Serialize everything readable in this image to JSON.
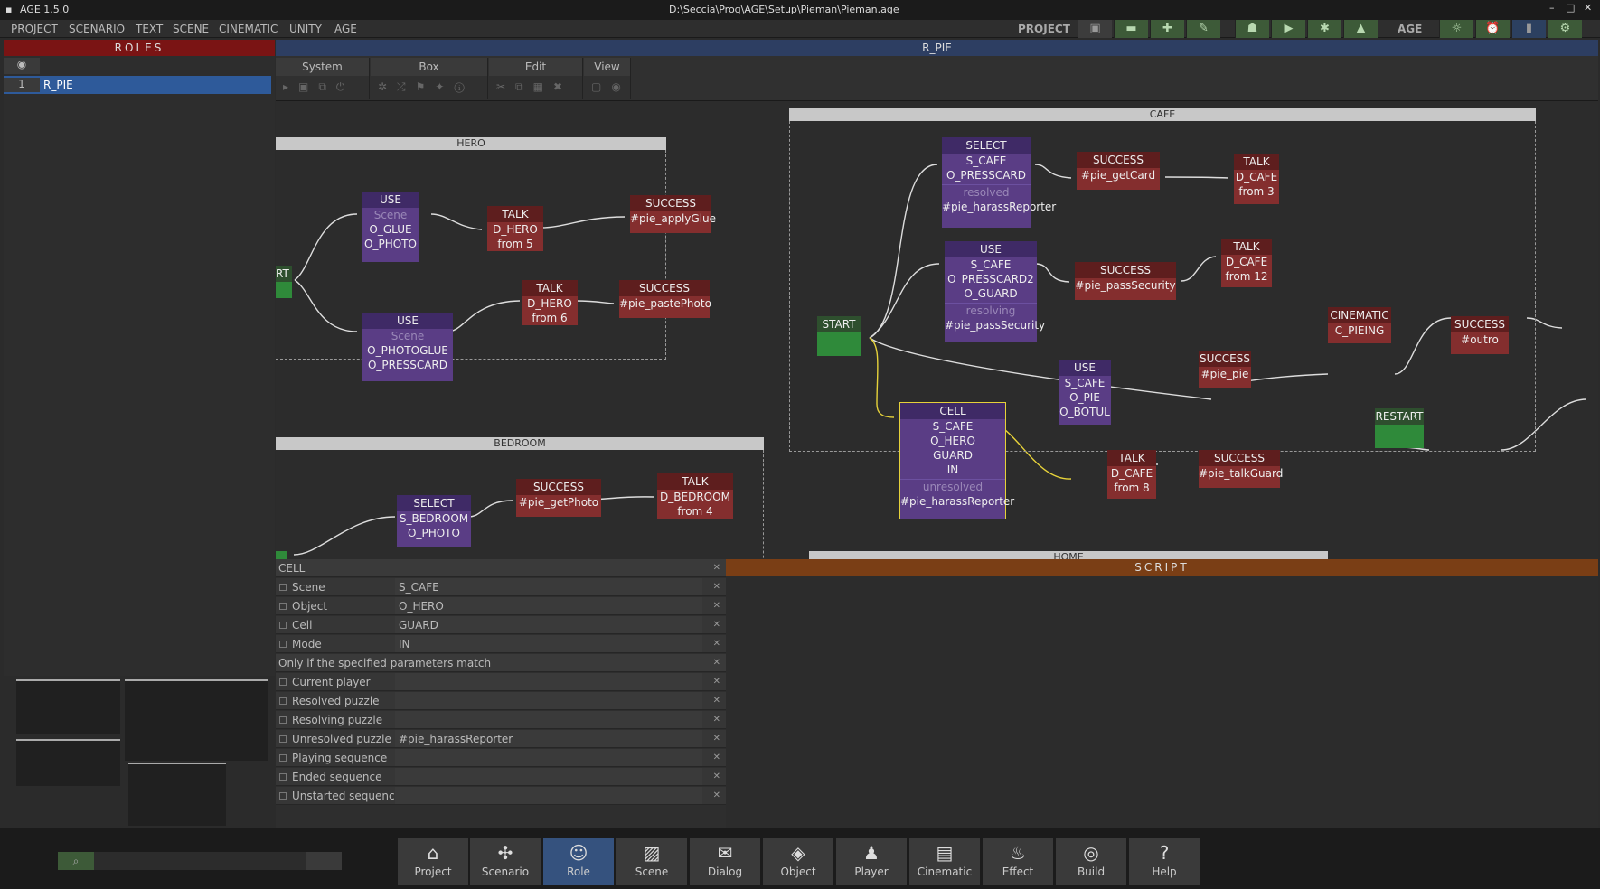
{
  "window": {
    "title": "AGE 1.5.0",
    "path": "D:\\Seccia\\Prog\\AGE\\Setup\\Pieman\\Pieman.age",
    "min": "–",
    "max": "□",
    "close": "✕"
  },
  "menu": [
    "PROJECT",
    "SCENARIO",
    "TEXT",
    "SCENE",
    "CINEMATIC",
    "UNITY",
    "AGE"
  ],
  "toolbar": {
    "project_label": "PROJECT",
    "age_label": "AGE"
  },
  "roles": {
    "header": "ROLES",
    "items": [
      {
        "num": "1",
        "name": "R_PIE"
      }
    ]
  },
  "graph": {
    "title": "R_PIE",
    "groups": [
      {
        "label": "System",
        "icons": "▸▣⧉⏻"
      },
      {
        "label": "Box",
        "icons": "✲⤮⚑✦ⓘ"
      },
      {
        "label": "Edit",
        "icons": "✂⧉▦✖"
      },
      {
        "label": "View",
        "icons": "▢◉"
      }
    ]
  },
  "frames": {
    "hero": "HERO",
    "bedroom": "BEDROOM",
    "cafe": "CAFE",
    "home": "HOME"
  },
  "nodes": {
    "hero_use1": {
      "type": "USE",
      "l1": "Scene",
      "l2": "O_GLUE",
      "l3": "O_PHOTO"
    },
    "hero_talk1": {
      "type": "TALK",
      "l1": "D_HERO",
      "l2": "from 5"
    },
    "hero_succ1": {
      "type": "SUCCESS",
      "l1": "#pie_applyGlue"
    },
    "hero_use2": {
      "type": "USE",
      "l1": "Scene",
      "l2": "O_PHOTOGLUE",
      "l3": "O_PRESSCARD"
    },
    "hero_talk2": {
      "type": "TALK",
      "l1": "D_HERO",
      "l2": "from 6"
    },
    "hero_succ2": {
      "type": "SUCCESS",
      "l1": "#pie_pastePhoto"
    },
    "hero_start": {
      "type": "RT"
    },
    "bed_select": {
      "type": "SELECT",
      "l1": "S_BEDROOM",
      "l2": "O_PHOTO"
    },
    "bed_succ": {
      "type": "SUCCESS",
      "l1": "#pie_getPhoto"
    },
    "bed_talk": {
      "type": "TALK",
      "l1": "D_BEDROOM",
      "l2": "from 4"
    },
    "cafe_start": {
      "type": "START"
    },
    "cafe_select": {
      "type": "SELECT",
      "l1": "S_CAFE",
      "l2": "O_PRESSCARD",
      "l3": "resolved",
      "l4": "#pie_harassReporter"
    },
    "cafe_succ1": {
      "type": "SUCCESS",
      "l1": "#pie_getCard"
    },
    "cafe_talk1": {
      "type": "TALK",
      "l1": "D_CAFE",
      "l2": "from 3"
    },
    "cafe_use1": {
      "type": "USE",
      "l1": "S_CAFE",
      "l2": "O_PRESSCARD2",
      "l3": "O_GUARD",
      "l4": "resolving",
      "l5": "#pie_passSecurity"
    },
    "cafe_succ2": {
      "type": "SUCCESS",
      "l1": "#pie_passSecurity"
    },
    "cafe_talk2": {
      "type": "TALK",
      "l1": "D_CAFE",
      "l2": "from 12"
    },
    "cafe_cine": {
      "type": "CINEMATIC",
      "l1": "C_PIEING"
    },
    "cafe_succ3": {
      "type": "SUCCESS",
      "l1": "#outro"
    },
    "cafe_use2": {
      "type": "USE",
      "l1": "S_CAFE",
      "l2": "O_PIE",
      "l3": "O_BOTUL"
    },
    "cafe_succ4": {
      "type": "SUCCESS",
      "l1": "#pie_pie"
    },
    "cafe_cell": {
      "type": "CELL",
      "l1": "S_CAFE",
      "l2": "O_HERO",
      "l3": "GUARD",
      "l4": "IN",
      "l5": "unresolved",
      "l6": "#pie_harassReporter"
    },
    "cafe_talk3": {
      "type": "TALK",
      "l1": "D_CAFE",
      "l2": "from 8"
    },
    "cafe_succ5": {
      "type": "SUCCESS",
      "l1": "#pie_talkGuard"
    },
    "cafe_restart": {
      "type": "RESTART"
    }
  },
  "props": {
    "header": "CELL",
    "rows": [
      {
        "k": "Scene",
        "v": "S_CAFE"
      },
      {
        "k": "Object",
        "v": "O_HERO"
      },
      {
        "k": "Cell",
        "v": "GUARD"
      },
      {
        "k": "Mode",
        "v": "IN"
      }
    ],
    "note": "Only if the specified parameters match",
    "rows2": [
      {
        "k": "Current player",
        "v": ""
      },
      {
        "k": "Resolved puzzle",
        "v": ""
      },
      {
        "k": "Resolving puzzle",
        "v": ""
      },
      {
        "k": "Unresolved puzzle",
        "v": "#pie_harassReporter"
      },
      {
        "k": "Playing sequence",
        "v": ""
      },
      {
        "k": "Ended sequence",
        "v": ""
      },
      {
        "k": "Unstarted sequence",
        "v": ""
      }
    ]
  },
  "script": {
    "header": "SCRIPT"
  },
  "nav": [
    {
      "label": "Project",
      "icon": "⌂"
    },
    {
      "label": "Scenario",
      "icon": "✣"
    },
    {
      "label": "Role",
      "icon": "☺"
    },
    {
      "label": "Scene",
      "icon": "▨"
    },
    {
      "label": "Dialog",
      "icon": "✉"
    },
    {
      "label": "Object",
      "icon": "◈"
    },
    {
      "label": "Player",
      "icon": "♟"
    },
    {
      "label": "Cinematic",
      "icon": "▤"
    },
    {
      "label": "Effect",
      "icon": "♨"
    },
    {
      "label": "Build",
      "icon": "◎"
    },
    {
      "label": "Help",
      "icon": "?"
    }
  ],
  "selected_nav": "Role"
}
